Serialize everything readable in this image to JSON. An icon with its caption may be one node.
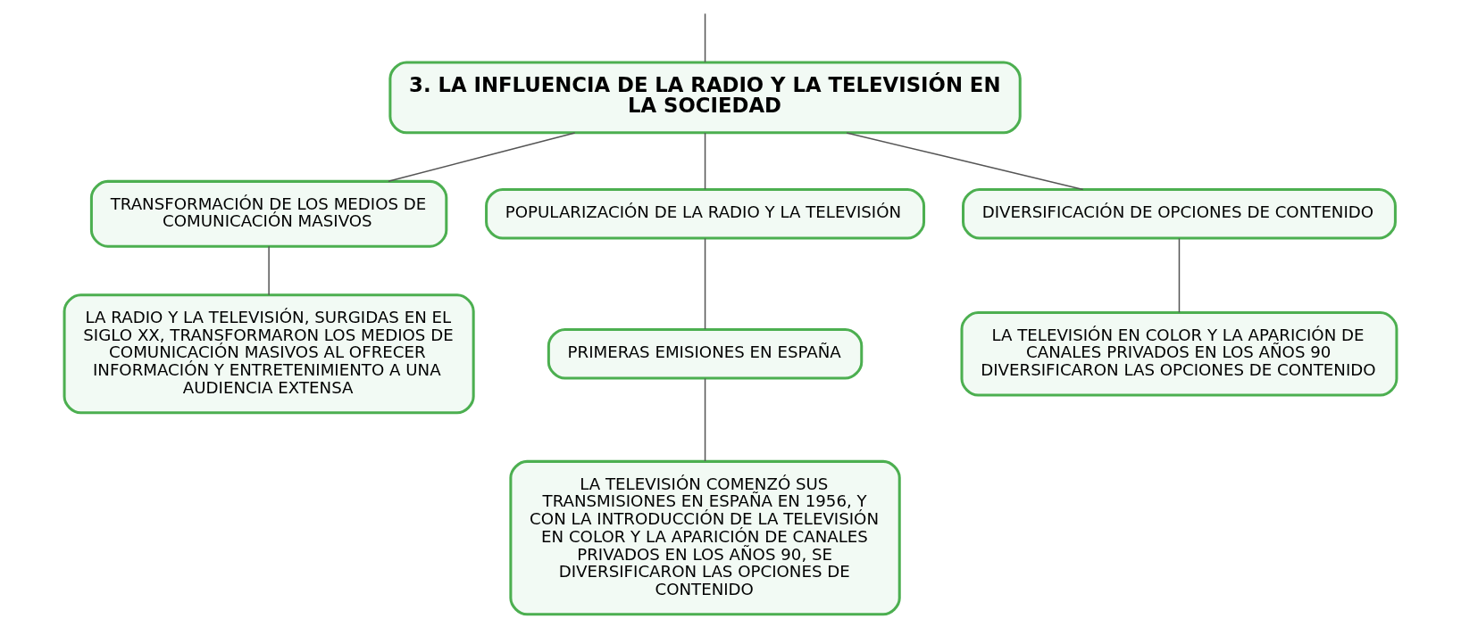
{
  "diagram": {
    "nodes": [
      {
        "text": [
          "3. LA INFLUENCIA DE LA RADIO Y LA TELEVISIÓN EN LA SOCIEDAD"
        ]
      },
      {
        "text": [
          "TRANSFORMACIÓN DE LOS MEDIOS DE COMUNICACIÓN MASIVOS"
        ]
      },
      {
        "text": [
          "POPULARIZACIÓN DE LA RADIO Y LA TELEVISIÓN"
        ]
      },
      {
        "text": [
          "DIVERSIFICACIÓN DE OPCIONES DE CONTENIDO"
        ]
      },
      {
        "text": [
          "LA RADIO Y LA TELEVISIÓN, SURGIDAS EN EL SIGLO XX, TRANSFORMARON LOS MEDIOS DE COMUNICACIÓN MASIVOS AL OFRECER INFORMACIÓN Y ENTRETENIMIENTO A UNA AUDIENCIA EXTENSA"
        ]
      },
      {
        "text": [
          "PRIMERAS EMISIONES EN ESPAÑA"
        ]
      },
      {
        "text": [
          "LA TELEVISIÓN COMENZÓ SUS TRANSMISIONES EN ESPAÑA EN 1956, Y CON LA INTRODUCCIÓN DE LA TELEVISIÓN EN COLOR Y LA APARICIÓN DE CANALES PRIVADOS EN LOS AÑOS 90, SE DIVERSIFICARON LAS OPCIONES DE CONTENIDO"
        ]
      },
      {
        "text": [
          "LA TELEVISIÓN EN COLOR Y LA APARICIÓN DE CANALES PRIVADOS EN LOS AÑOS 90 DIVERSIFICARON LAS OPCIONES DE CONTENIDO"
        ]
      }
    ],
    "edges": [
      {
        "from": null,
        "to": 0,
        "arrow": "none"
      },
      {
        "from": 0,
        "to": 1,
        "arrow": "none"
      },
      {
        "from": 0,
        "to": 2,
        "arrow": "none"
      },
      {
        "from": 0,
        "to": 3,
        "arrow": "none"
      },
      {
        "from": 1,
        "to": 4,
        "arrow": "none"
      },
      {
        "from": 2,
        "to": 5,
        "arrow": "none"
      },
      {
        "from": 5,
        "to": 6,
        "arrow": "none"
      },
      {
        "from": 3,
        "to": 7,
        "arrow": "none"
      }
    ]
  }
}
